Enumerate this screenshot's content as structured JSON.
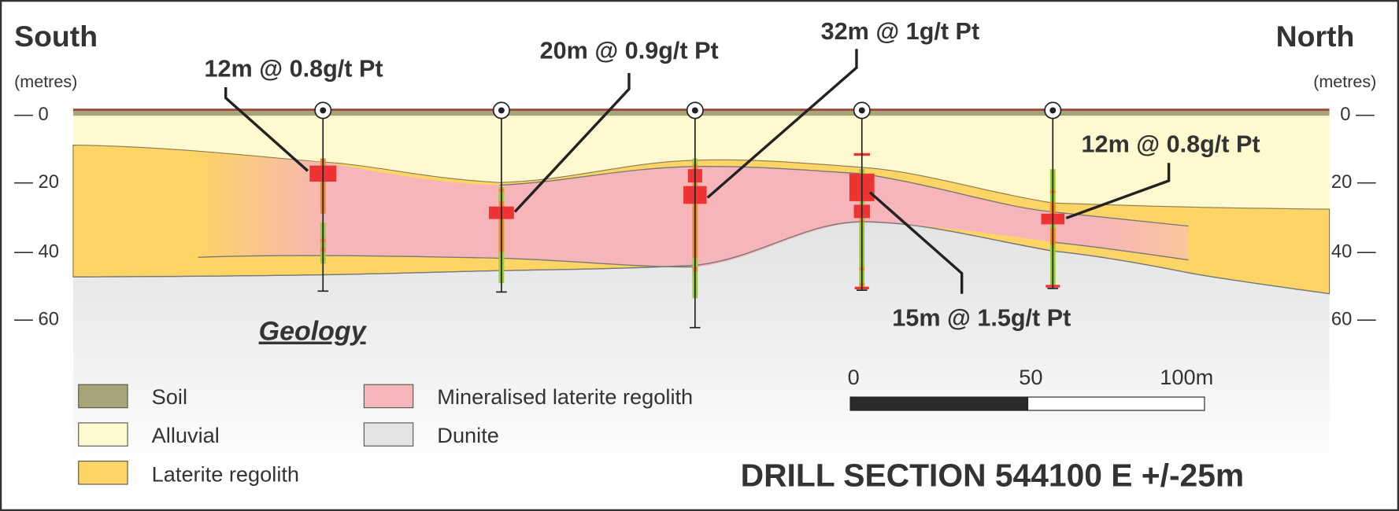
{
  "directions": {
    "left": "South",
    "right": "North"
  },
  "axis": {
    "unit": "(metres)",
    "left_ticks": [
      "— 0",
      "— 20",
      "— 40",
      "— 60"
    ],
    "right_ticks": [
      "0 —",
      "20 —",
      "40 —",
      "60 —"
    ]
  },
  "intercepts": [
    {
      "label": "12m @ 0.8g/t Pt"
    },
    {
      "label": "20m @ 0.9g/t Pt"
    },
    {
      "label": "32m @ 1g/t Pt"
    },
    {
      "label": "12m @ 0.8g/t Pt"
    },
    {
      "label": "15m @ 1.5g/t Pt"
    }
  ],
  "legend": {
    "heading": "Geology",
    "items": [
      {
        "label": "Soil",
        "color": "#a9a37a"
      },
      {
        "label": "Alluvial",
        "color": "#fff9cf"
      },
      {
        "label": "Laterite regolith",
        "color": "#fdd466"
      },
      {
        "label": "Mineralised laterite regolith",
        "color": "#f6b5b9"
      },
      {
        "label": "Dunite",
        "color": "#e2e3e5"
      }
    ]
  },
  "scale_bar": {
    "labels": [
      "0",
      "50",
      "100m"
    ]
  },
  "title": "DRILL SECTION 544100 E +/-25m",
  "colors": {
    "intercept": "#ee3333",
    "assay_low": "#f08a20",
    "assay_trace": "#9acd32",
    "soil_top": "#9a4a3a"
  }
}
